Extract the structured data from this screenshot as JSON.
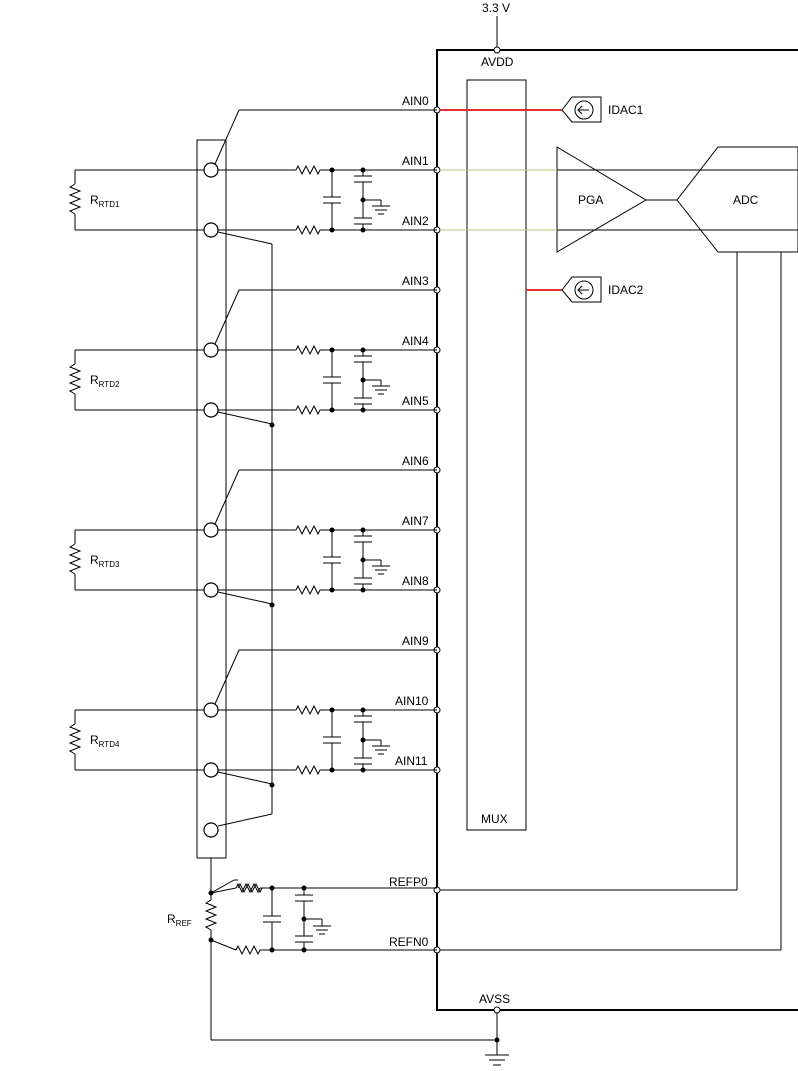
{
  "supply": {
    "voltage": "3.3 V",
    "avdd": "AVDD",
    "avss": "AVSS"
  },
  "blocks": {
    "mux": "MUX",
    "pga": "PGA",
    "adc": "ADC",
    "idac1": "IDAC1",
    "idac2": "IDAC2"
  },
  "pins": [
    "AIN0",
    "AIN1",
    "AIN2",
    "AIN3",
    "AIN4",
    "AIN5",
    "AIN6",
    "AIN7",
    "AIN8",
    "AIN9",
    "AIN10",
    "AIN11"
  ],
  "ref_pins": {
    "pos": "REFP0",
    "neg": "REFN0"
  },
  "rtds": [
    {
      "main": "R",
      "sub": "RTD1"
    },
    {
      "main": "R",
      "sub": "RTD2"
    },
    {
      "main": "R",
      "sub": "RTD3"
    },
    {
      "main": "R",
      "sub": "RTD4"
    }
  ],
  "rref": {
    "main": "R",
    "sub": "REF"
  },
  "colors": {
    "idac_wire": "#e03030",
    "pga_wire": "#b8c878",
    "line": "#000000"
  }
}
